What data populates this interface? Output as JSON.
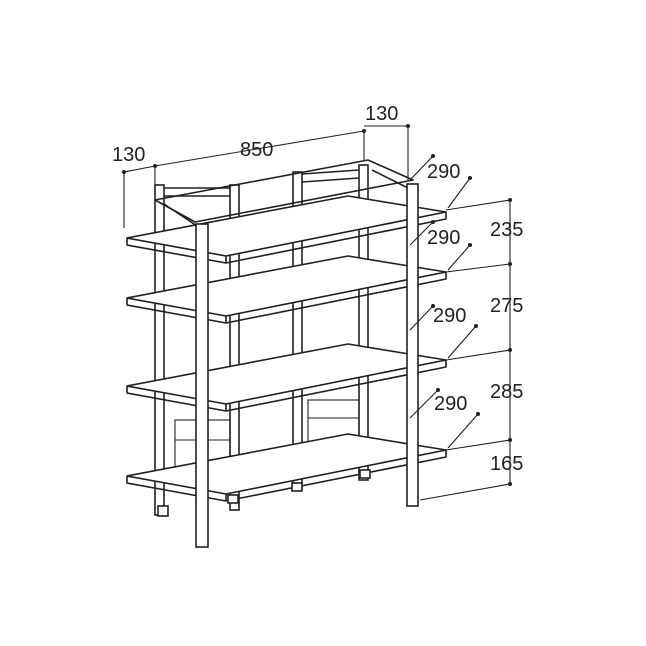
{
  "dimensions": {
    "left_depth": "130",
    "width": "850",
    "right_depth": "130",
    "shelf_depth_1": "290",
    "shelf_depth_2": "290",
    "shelf_depth_3": "290",
    "shelf_depth_4": "290",
    "height_1": "235",
    "height_2": "275",
    "height_3": "285",
    "height_4": "165"
  }
}
